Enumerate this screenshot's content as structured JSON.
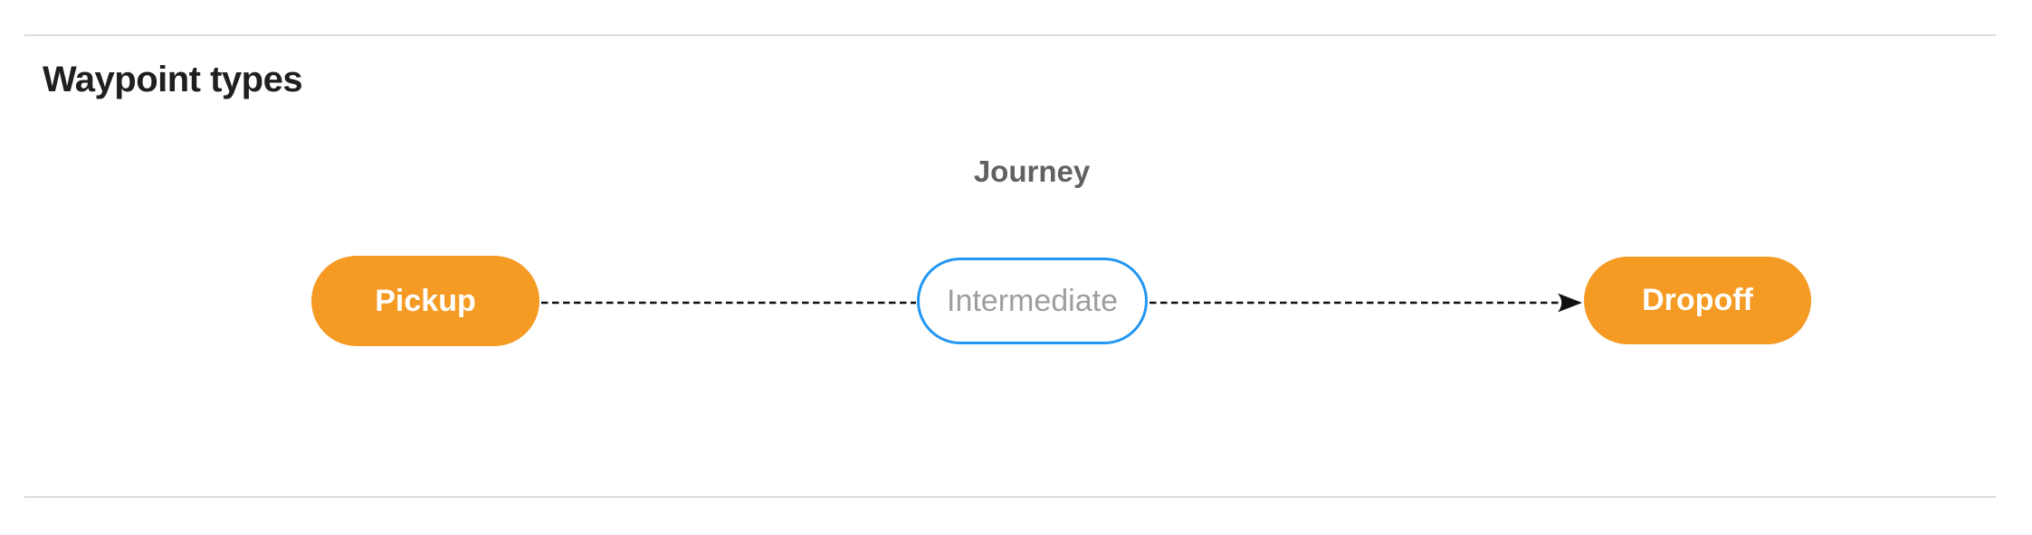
{
  "page": {
    "title": "Waypoint types"
  },
  "diagram": {
    "group_label": "Journey",
    "nodes": [
      {
        "label": "Pickup",
        "style": "filled-orange",
        "text_color": "white"
      },
      {
        "label": "Intermediate",
        "style": "outlined-blue",
        "text_color": "gray"
      },
      {
        "label": "Dropoff",
        "style": "filled-orange",
        "text_color": "white"
      }
    ],
    "edges": [
      {
        "from": "Pickup",
        "to": "Intermediate",
        "line_style": "dashed",
        "arrowhead": false
      },
      {
        "from": "Intermediate",
        "to": "Dropoff",
        "line_style": "dashed",
        "arrowhead": true
      }
    ]
  },
  "colors": {
    "accent-orange": "#F59A23",
    "accent-blue": "#2196F3",
    "edge-black": "#111111",
    "divider-gray": "#DADCE0",
    "heading-black": "#1F1F1F",
    "journey-gray": "#616161",
    "intermediate-gray": "#9E9E9E",
    "node-text-white": "#FFFFFF"
  }
}
